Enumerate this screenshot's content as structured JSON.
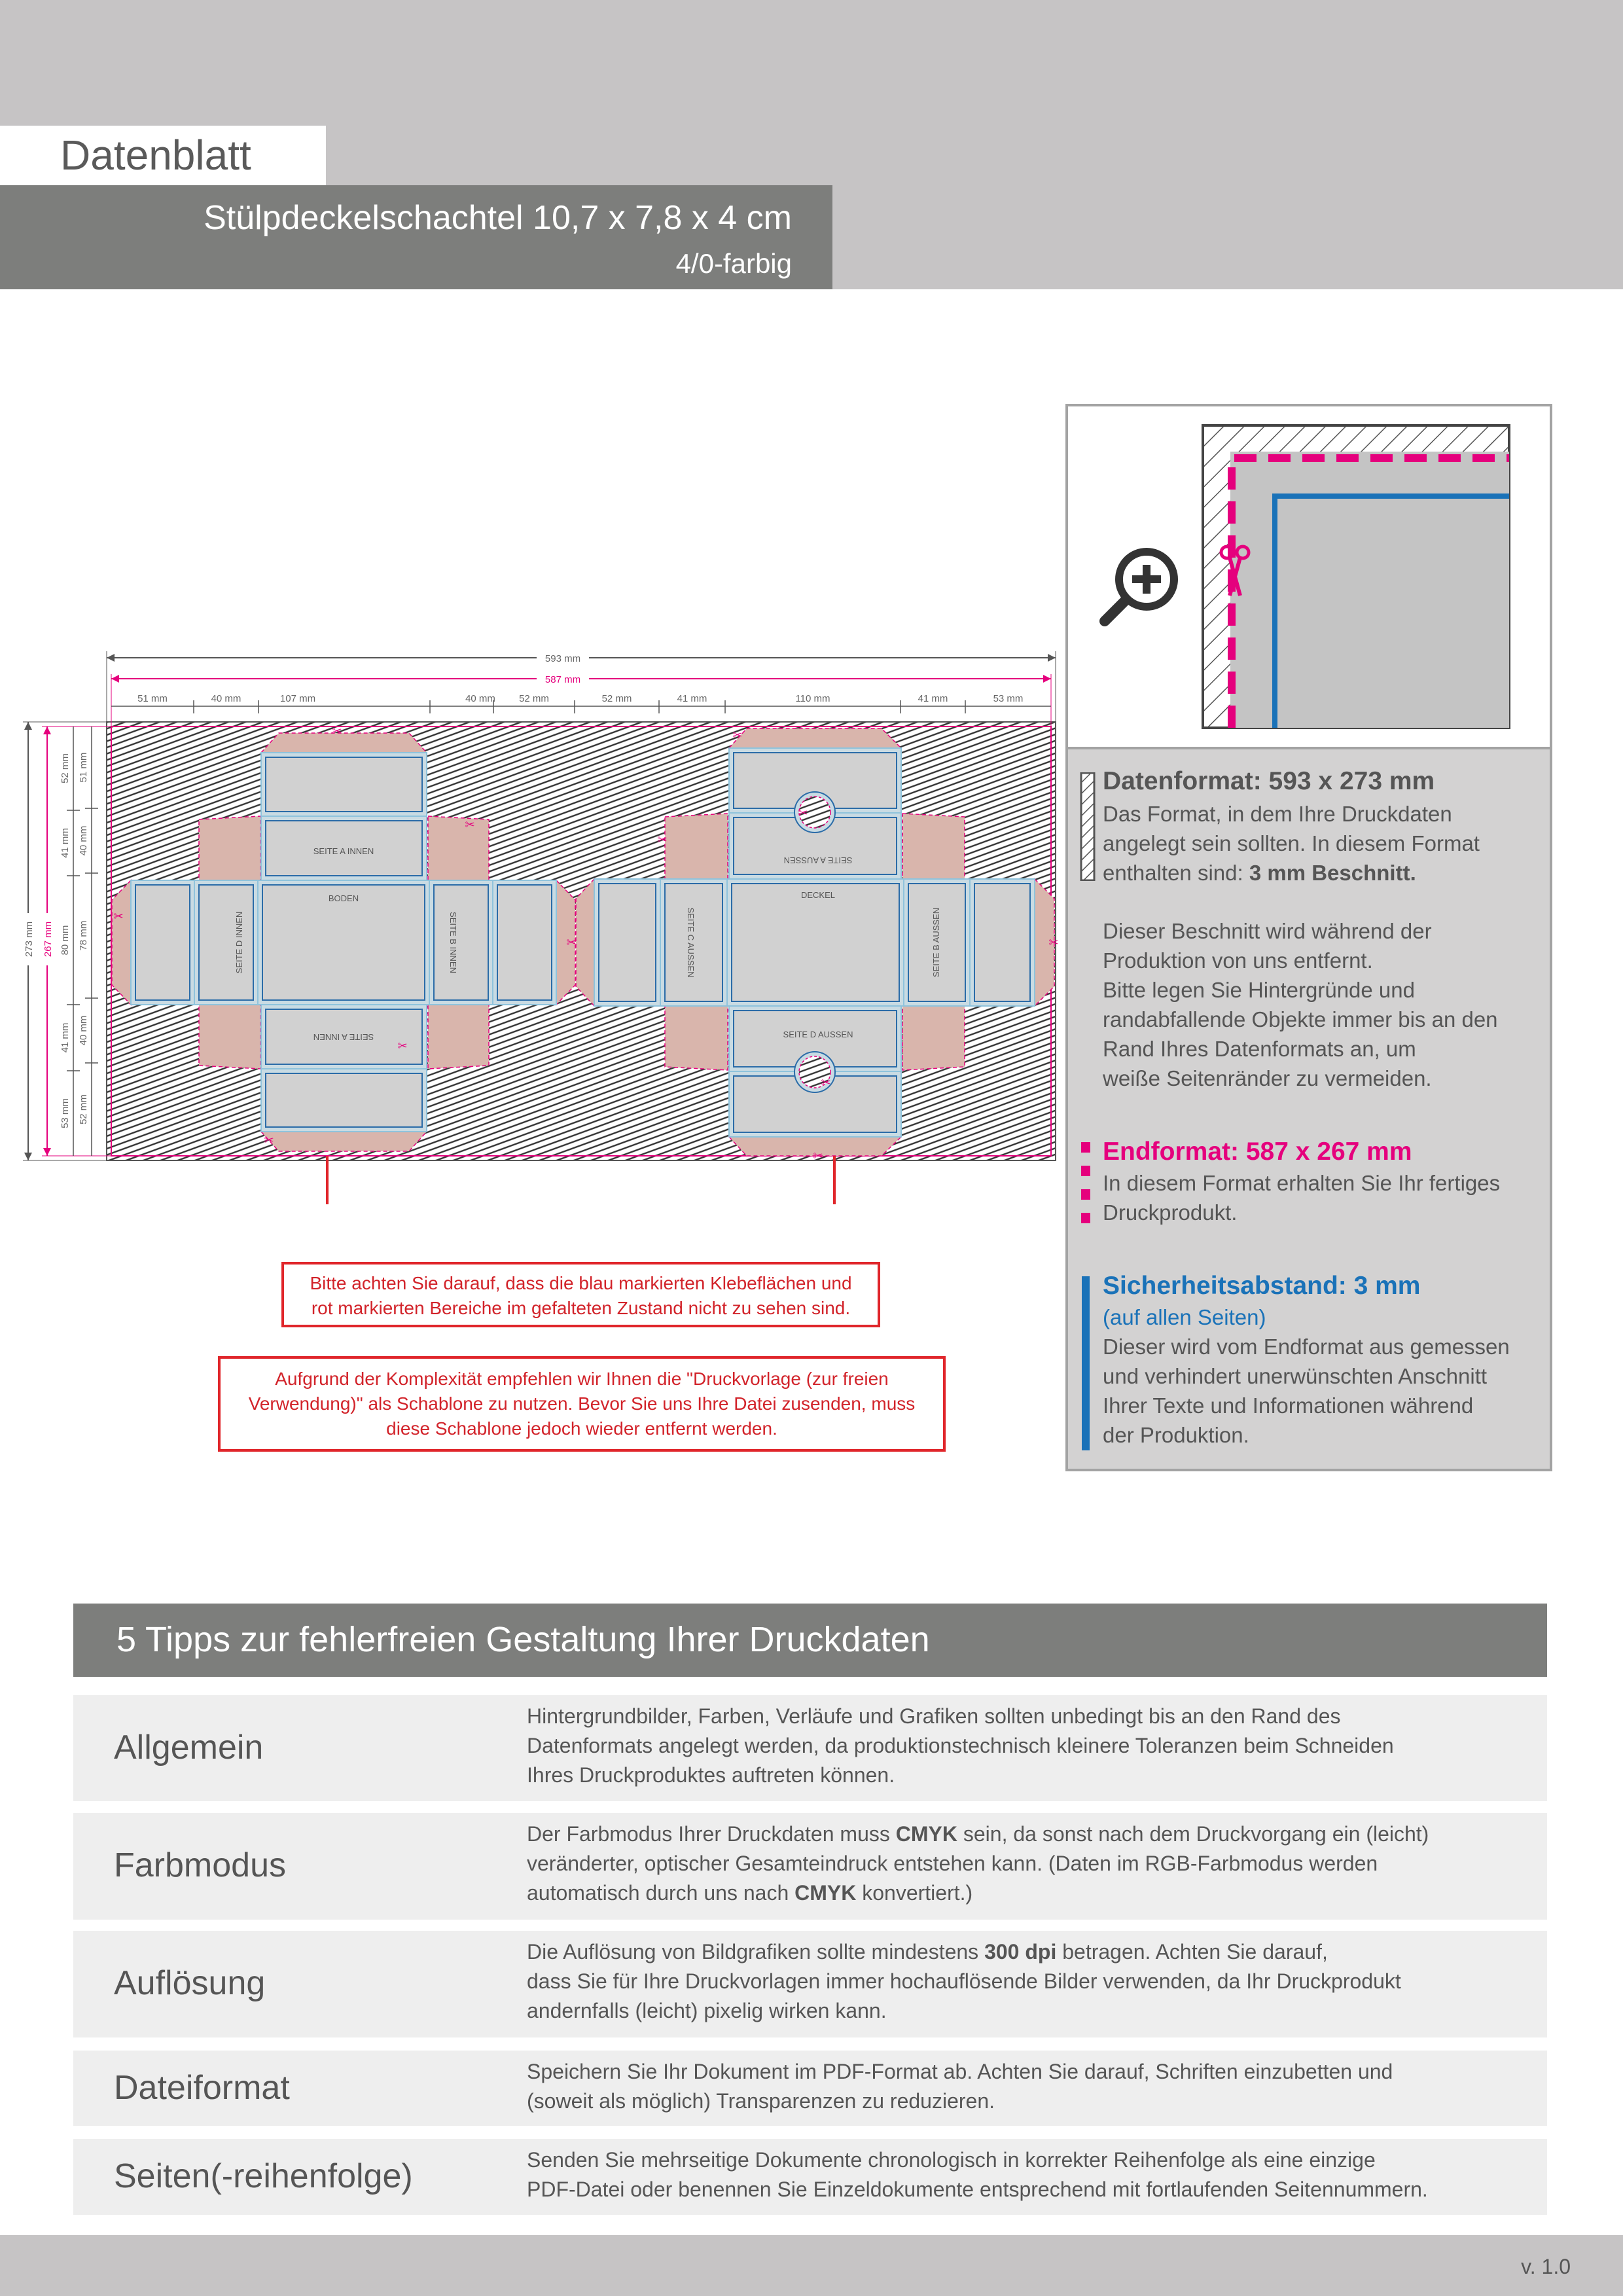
{
  "header": {
    "doc_type": "Datenblatt",
    "product_title": "Stülpdeckelschachtel 10,7 x 7,8 x 4 cm",
    "color_mode": "4/0-farbig"
  },
  "colors": {
    "header_gray": "#7d7e7c",
    "band_gray": "#c6c4c5",
    "magenta": "#e5007d",
    "blue": "#1a72b8",
    "red": "#e0262b",
    "flap_pink": "#d9b5ac"
  },
  "diagram": {
    "total_width": "593 mm",
    "final_width": "587 mm",
    "total_height": "273 mm",
    "final_height": "267 mm",
    "width_segments": [
      "51 mm",
      "40 mm",
      "107 mm",
      "40 mm",
      "52 mm",
      "52 mm",
      "41 mm",
      "110 mm",
      "41 mm",
      "53 mm"
    ],
    "height_segments_outer": [
      "52 mm",
      "41 mm",
      "80 mm",
      "41 mm",
      "53 mm"
    ],
    "height_segments_inner": [
      "51 mm",
      "40 mm",
      "78 mm",
      "40 mm",
      "52 mm"
    ],
    "panels": {
      "a_innen_top": "SEITE A INNEN",
      "boden": "BODEN",
      "d_innen": "SEITE D INNEN",
      "b_innen": "SEITE B INNEN",
      "a_innen_bottom": "SEITE A INNEN",
      "a_aussen": "SEITE A AUSSEN",
      "deckel": "DECKEL",
      "c_aussen": "SEITE C AUSSEN",
      "b_aussen": "SEITE B AUSSEN",
      "d_aussen": "SEITE D AUSSEN"
    }
  },
  "notes": {
    "glue_note": [
      "Bitte achten Sie darauf, dass die blau markierten Klebeflächen und",
      "rot markierten Bereiche im gefalteten Zustand nicht zu sehen sind."
    ],
    "template_note": [
      "Aufgrund der Komplexität empfehlen wir Ihnen die \"Druckvorlage (zur freien",
      "Verwendung)\" als Schablone zu nutzen. Bevor Sie uns Ihre Datei zusenden, muss",
      "diese Schablone jedoch wieder entfernt werden."
    ]
  },
  "info_panel": {
    "datenformat": {
      "title": "Datenformat: 593 x 273 mm",
      "lines": [
        "Das Format, in dem Ihre Druckdaten",
        "angelegt sein sollten. In diesem Format",
        "enthalten sind: "
      ],
      "bold": "3 mm Beschnitt.",
      "lines2": [
        "Dieser Beschnitt wird während der",
        "Produktion von uns entfernt.",
        "Bitte legen Sie Hintergründe und",
        "randabfallende Objekte immer bis an den",
        "Rand Ihres Datenformats an, um",
        "weiße Seitenränder zu vermeiden."
      ]
    },
    "endformat": {
      "title": "Endformat: 587 x 267 mm",
      "lines": [
        "In diesem Format erhalten Sie Ihr fertiges",
        "Druckprodukt."
      ]
    },
    "sicherheit": {
      "title": "Sicherheitsabstand: 3 mm",
      "subtitle": "(auf allen Seiten)",
      "lines": [
        "Dieser wird vom Endformat aus gemessen",
        "und verhindert unerwünschten Anschnitt",
        "Ihrer Texte und Informationen während",
        "der Produktion."
      ]
    }
  },
  "tips": {
    "heading": "5 Tipps zur fehlerfreien Gestaltung Ihrer Druckdaten",
    "items": [
      {
        "label": "Allgemein",
        "segments": [
          "Hintergrundbilder, Farben, Verläufe und Grafiken sollten unbedingt bis an den Rand des\nDatenformats angelegt werden, da produktionstechnisch kleinere Toleranzen beim Schneiden\nIhres Druckproduktes auftreten können."
        ]
      },
      {
        "label": "Farbmodus",
        "segments": [
          "Der Farbmodus Ihrer Druckdaten muss ",
          "CMYK",
          " sein, da sonst nach dem Druckvorgang ein (leicht)\nveränderter, optischer Gesamteindruck entstehen kann. (Daten im RGB-Farbmodus werden\nautomatisch durch uns nach ",
          "CMYK",
          " konvertiert.)"
        ]
      },
      {
        "label": "Auflösung",
        "segments": [
          "Die Auflösung von Bildgrafiken sollte mindestens ",
          "300 dpi",
          " betragen. Achten Sie darauf,\ndass Sie für Ihre Druckvorlagen immer hochauflösende Bilder verwenden, da Ihr Druckprodukt\nandernfalls (leicht) pixelig wirken kann."
        ]
      },
      {
        "label": "Dateiformat",
        "segments": [
          "Speichern Sie Ihr Dokument im PDF-Format ab. Achten Sie darauf, Schriften einzubetten und\n(soweit als möglich) Transparenzen zu reduzieren."
        ]
      },
      {
        "label": "Seiten(-reihenfolge)",
        "segments": [
          "Senden Sie mehrseitige Dokumente chronologisch in korrekter Reihenfolge als eine einzige\nPDF-Datei oder benennen Sie Einzeldokumente entsprechend mit fortlaufenden Seitennummern."
        ]
      }
    ]
  },
  "footer": {
    "version": "v. 1.0"
  }
}
